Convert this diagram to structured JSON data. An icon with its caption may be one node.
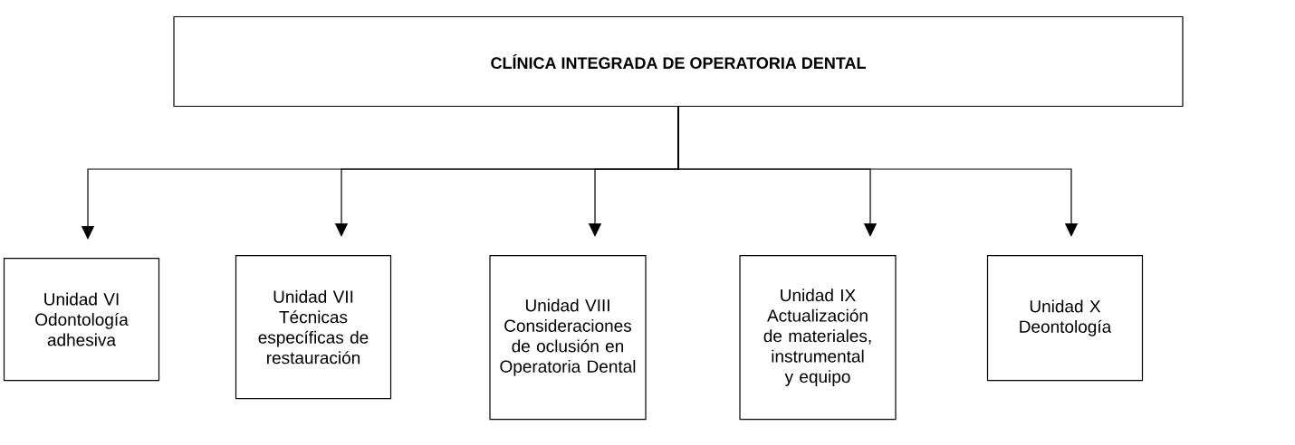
{
  "diagram": {
    "nodes": [
      {
        "text": [
          "CLÍNICA INTEGRADA DE OPERATORIA DENTAL"
        ]
      },
      {
        "text": [
          "Unidad VI Odontología adhesiva"
        ]
      },
      {
        "text": [
          "Unidad VII Técnicas específicas de restauración"
        ]
      },
      {
        "text": [
          "Unidad VIII Consideraciones de oclusión en Operatoria Dental"
        ]
      },
      {
        "text": [
          "Unidad IX Actualización de materiales, instrumental y equipo"
        ]
      },
      {
        "text": [
          "Unidad X Deontología"
        ]
      }
    ],
    "edges": [
      {
        "from": 0,
        "to": 1,
        "arrow": "to"
      },
      {
        "from": 0,
        "to": 2,
        "arrow": "to"
      },
      {
        "from": 0,
        "to": 3,
        "arrow": "to"
      },
      {
        "from": 0,
        "to": 4,
        "arrow": "to"
      },
      {
        "from": 0,
        "to": 5,
        "arrow": "to"
      }
    ]
  }
}
